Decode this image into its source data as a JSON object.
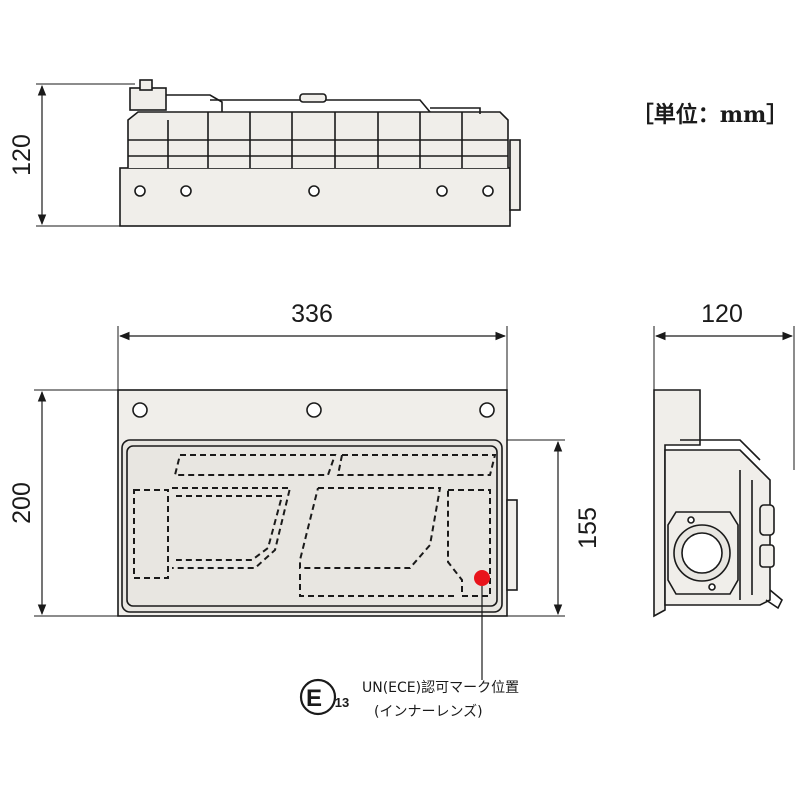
{
  "unit_label": "［単位：mm］",
  "dimensions": {
    "top_view_height": "120",
    "front_width": "336",
    "front_height": "200",
    "lens_height": "155",
    "side_depth": "120"
  },
  "approval_mark": {
    "letter": "E",
    "number": "13",
    "caption_line1": "UN(ECE)認可マーク位置",
    "caption_line2": "(インナーレンズ)"
  },
  "colors": {
    "line": "#1a1a1a",
    "body_fill": "#f0eeea",
    "lens_fill": "#e8e6e1",
    "mark_dot": "#e8141b"
  }
}
